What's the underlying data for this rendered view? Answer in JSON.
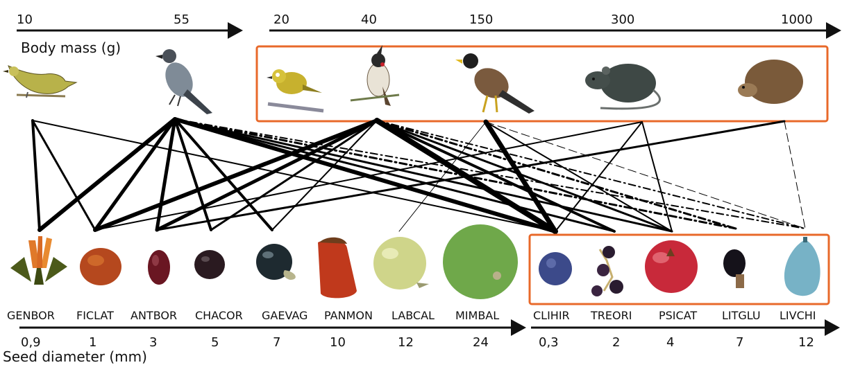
{
  "body_mass_axis": {
    "label": "Body mass (g)",
    "left_ticks": [
      "10",
      "55"
    ],
    "right_ticks": [
      "20",
      "40",
      "150",
      "300",
      "1000"
    ]
  },
  "seed_axis": {
    "label": "Seed diameter (mm)",
    "left_ticks": [
      "0,9",
      "1",
      "3",
      "5",
      "7",
      "10",
      "12",
      "24"
    ],
    "right_ticks": [
      "0,3",
      "2",
      "4",
      "7",
      "12"
    ]
  },
  "plants_left": [
    "GENBOR",
    "FICLAT",
    "ANTBOR",
    "CHACOR",
    "GAEVAG",
    "PANMON",
    "LABCAL",
    "MIMBAL"
  ],
  "plants_right": [
    "CLIHIR",
    "TREORI",
    "PSICAT",
    "LITGLU",
    "LIVCHI"
  ],
  "frugivores_native": [
    "warbler-icon",
    "bulbul-grey-icon"
  ],
  "frugivores_introduced": [
    "white-eye-icon",
    "red-whiskered-bulbul-icon",
    "myna-icon",
    "rat-icon",
    "tenrec-icon"
  ],
  "colors": {
    "highlight_box": "#e8692a",
    "links": "#000000"
  },
  "links": [
    {
      "animal": "warbler",
      "plant": "GENBOR",
      "style": "solid",
      "weight": 4
    },
    {
      "animal": "warbler",
      "plant": "FICLAT",
      "style": "solid",
      "weight": 3
    },
    {
      "animal": "warbler",
      "plant": "CLIHIR",
      "style": "solid",
      "weight": 2
    },
    {
      "animal": "bulbul-grey",
      "plant": "GENBOR",
      "style": "solid",
      "weight": 6
    },
    {
      "animal": "bulbul-grey",
      "plant": "FICLAT",
      "style": "solid",
      "weight": 5
    },
    {
      "animal": "bulbul-grey",
      "plant": "ANTBOR",
      "style": "solid",
      "weight": 5
    },
    {
      "animal": "bulbul-grey",
      "plant": "CHACOR",
      "style": "solid",
      "weight": 4
    },
    {
      "animal": "bulbul-grey",
      "plant": "GAEVAG",
      "style": "solid",
      "weight": 4
    },
    {
      "animal": "bulbul-grey",
      "plant": "CLIHIR",
      "style": "solid",
      "weight": 6
    },
    {
      "animal": "bulbul-grey",
      "plant": "TREORI",
      "style": "solid",
      "weight": 3
    },
    {
      "animal": "bulbul-grey",
      "plant": "PSICAT",
      "style": "solid",
      "weight": 3
    },
    {
      "animal": "bulbul-grey",
      "plant": "LITGLU",
      "style": "dashdot",
      "weight": 3
    },
    {
      "animal": "bulbul-grey",
      "plant": "LIVCHI",
      "style": "dashdot",
      "weight": 2
    },
    {
      "animal": "red-whiskered-bulbul",
      "plant": "FICLAT",
      "style": "solid",
      "weight": 6
    },
    {
      "animal": "red-whiskered-bulbul",
      "plant": "ANTBOR",
      "style": "solid",
      "weight": 5
    },
    {
      "animal": "red-whiskered-bulbul",
      "plant": "CHACOR",
      "style": "solid",
      "weight": 3
    },
    {
      "animal": "red-whiskered-bulbul",
      "plant": "GAEVAG",
      "style": "solid",
      "weight": 2
    },
    {
      "animal": "red-whiskered-bulbul",
      "plant": "CLIHIR",
      "style": "solid",
      "weight": 8
    },
    {
      "animal": "red-whiskered-bulbul",
      "plant": "TREORI",
      "style": "solid",
      "weight": 4
    },
    {
      "animal": "red-whiskered-bulbul",
      "plant": "PSICAT",
      "style": "solid",
      "weight": 3
    },
    {
      "animal": "red-whiskered-bulbul",
      "plant": "LITGLU",
      "style": "dashdot",
      "weight": 3
    },
    {
      "animal": "red-whiskered-bulbul",
      "plant": "LIVCHI",
      "style": "dashdot",
      "weight": 2
    },
    {
      "animal": "myna",
      "plant": "LABCAL",
      "style": "solid",
      "weight": 1
    },
    {
      "animal": "myna",
      "plant": "CLIHIR",
      "style": "solid",
      "weight": 7
    },
    {
      "animal": "myna",
      "plant": "PSICAT",
      "style": "solid",
      "weight": 2
    },
    {
      "animal": "myna",
      "plant": "LIVCHI",
      "style": "dashed",
      "weight": 1
    },
    {
      "animal": "rat",
      "plant": "CLIHIR",
      "style": "solid",
      "weight": 2
    },
    {
      "animal": "rat",
      "plant": "FICLAT",
      "style": "solid",
      "weight": 2
    },
    {
      "animal": "rat",
      "plant": "PSICAT",
      "style": "solid",
      "weight": 2
    },
    {
      "animal": "tenrec",
      "plant": "ANTBOR",
      "style": "solid",
      "weight": 3
    },
    {
      "animal": "tenrec",
      "plant": "LIVCHI",
      "style": "dashed",
      "weight": 1
    }
  ]
}
